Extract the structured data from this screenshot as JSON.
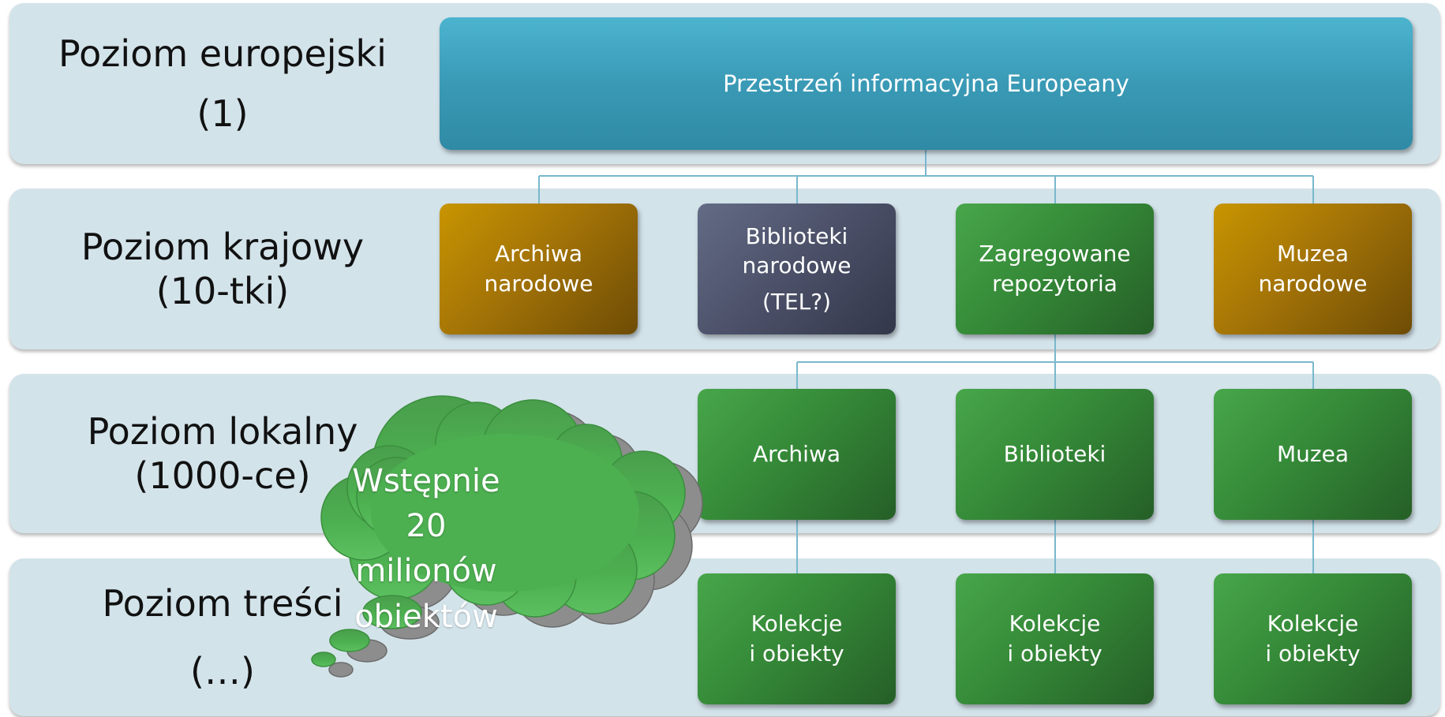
{
  "levels": {
    "european": {
      "line1": "Poziom europejski",
      "line2": "(1)"
    },
    "national": {
      "line1": "Poziom krajowy",
      "line2": "(10-tki)"
    },
    "local": {
      "line1": "Poziom lokalny",
      "line2": "(1000-ce)"
    },
    "content": {
      "line1": "Poziom treści",
      "line2": "(…)"
    }
  },
  "top_node": {
    "label": "Przestrzeń informacyjna Europeany"
  },
  "national_nodes": [
    {
      "line1": "Archiwa",
      "line2": "narodowe"
    },
    {
      "line1": "Biblioteki",
      "line2": "narodowe",
      "line3": "(TEL?)"
    },
    {
      "line1": "Zagregowane",
      "line2": "repozytoria"
    },
    {
      "line1": "Muzea",
      "line2": "narodowe"
    }
  ],
  "local_nodes": [
    {
      "label": "Archiwa"
    },
    {
      "label": "Biblioteki"
    },
    {
      "label": "Muzea"
    }
  ],
  "content_nodes": [
    {
      "line1": "Kolekcje",
      "line2": "i obiekty"
    },
    {
      "line1": "Kolekcje",
      "line2": "i obiekty"
    },
    {
      "line1": "Kolekcje",
      "line2": "i obiekty"
    }
  ],
  "callout": {
    "line1": "Wstępnie",
    "line2": "20 milionów",
    "line3": "obiektów"
  },
  "colors": {
    "band": "#d3e3ea",
    "teal": "#3a9ab6",
    "gold": "#a47407",
    "slate": "#4b5068",
    "green": "#358a38",
    "cloud": "#4db050",
    "connector": "#79b8cc"
  }
}
